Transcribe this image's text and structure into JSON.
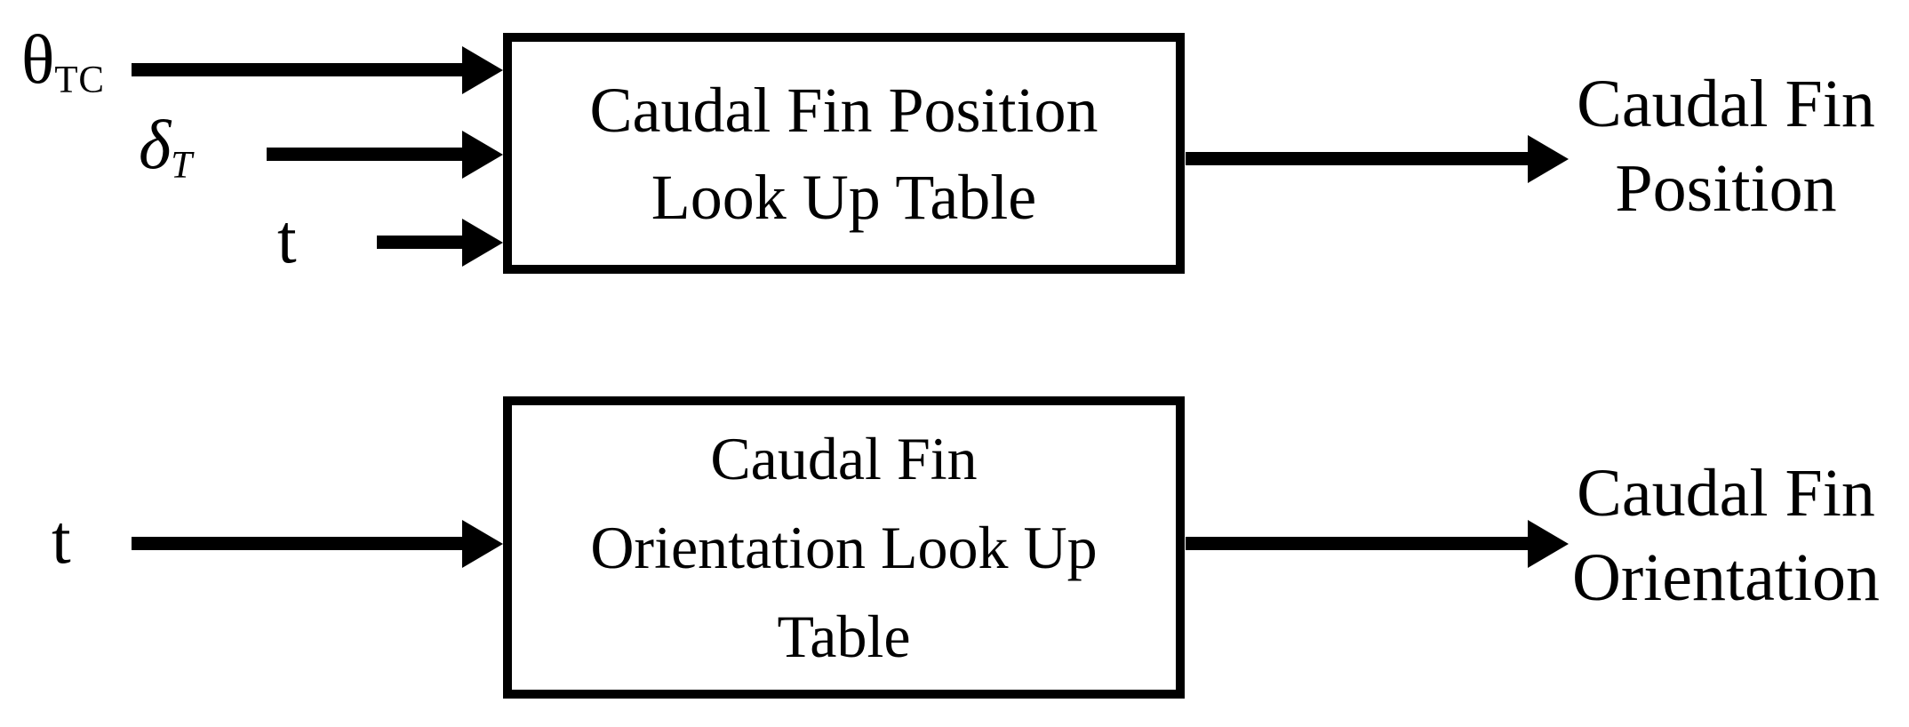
{
  "figure": {
    "kind": "block-diagram",
    "background_color": "#ffffff",
    "ink_color": "#000000",
    "top_block": {
      "title_line1": "Caudal Fin Position",
      "title_line2": "Look Up Table",
      "inputs": [
        {
          "base": "θ",
          "sub": "TC"
        },
        {
          "base": "δ",
          "sub": "T"
        },
        {
          "base": "t",
          "sub": ""
        }
      ],
      "output_line1": "Caudal Fin",
      "output_line2": "Position"
    },
    "bottom_block": {
      "title_line1": "Caudal Fin",
      "title_line2": "Orientation Look Up",
      "title_line3": "Table",
      "inputs": [
        {
          "base": "t",
          "sub": ""
        }
      ],
      "output_line1": "Caudal Fin",
      "output_line2": "Orientation"
    }
  }
}
